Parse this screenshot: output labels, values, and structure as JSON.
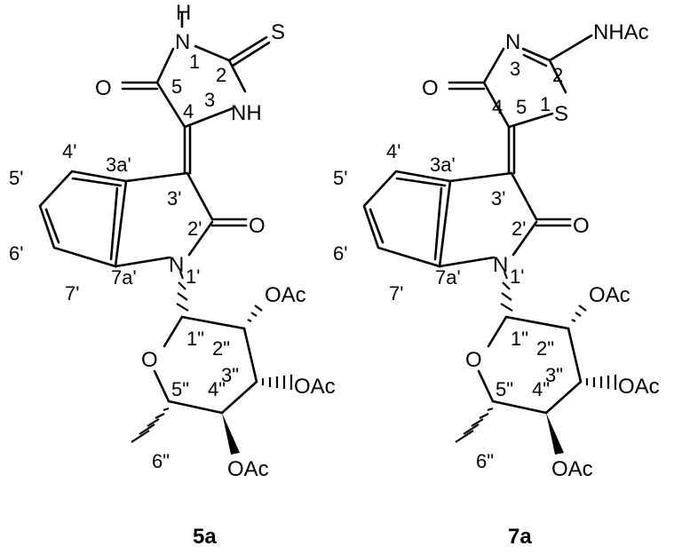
{
  "molecule_5a": {
    "caption": "5a",
    "atoms": {
      "H_top": "H",
      "N1": "N",
      "S_thio": "S",
      "O_c5": "O",
      "NH3": "NH",
      "O_2p": "O",
      "N_1p": "N",
      "OAc_2pp": "OAc",
      "O_ring": "O",
      "OAc_3pp": "OAc",
      "OAc_4pp": "OAc"
    },
    "numbers": {
      "n1": "1",
      "n2": "2",
      "n3": "3",
      "n4": "4",
      "n5": "5",
      "n4p": "4'",
      "n3ap": "3a'",
      "n5p": "5'",
      "n3p": "3'",
      "n2p": "2'",
      "n6p": "6'",
      "n7p": "7'",
      "n7ap": "7a'",
      "n1p": "1'",
      "n1pp": "1\"",
      "n2pp": "2\"",
      "n3pp": "3\"",
      "n4pp": "4\"",
      "n5pp": "5\"",
      "n6pp": "6\""
    }
  },
  "molecule_7a": {
    "caption": "7a",
    "atoms": {
      "N3": "N",
      "NHAc": "NHAc",
      "O_c4": "O",
      "S1": "S",
      "O_2p": "O",
      "N_1p": "N",
      "OAc_2pp": "OAc",
      "O_ring": "O",
      "OAc_3pp": "OAc",
      "OAc_4pp": "OAc"
    },
    "numbers": {
      "n3": "3",
      "n2": "2",
      "n4": "4",
      "n1": "1",
      "n5": "5",
      "n4p": "4'",
      "n3ap": "3a'",
      "n5p": "5'",
      "n3p": "3'",
      "n2p": "2'",
      "n6p": "6'",
      "n7p": "7'",
      "n7ap": "7a'",
      "n1p": "1'",
      "n1pp": "1\"",
      "n2pp": "2\"",
      "n3pp": "3\"",
      "n4pp": "4\"",
      "n5pp": "5\"",
      "n6pp": "6\""
    }
  }
}
